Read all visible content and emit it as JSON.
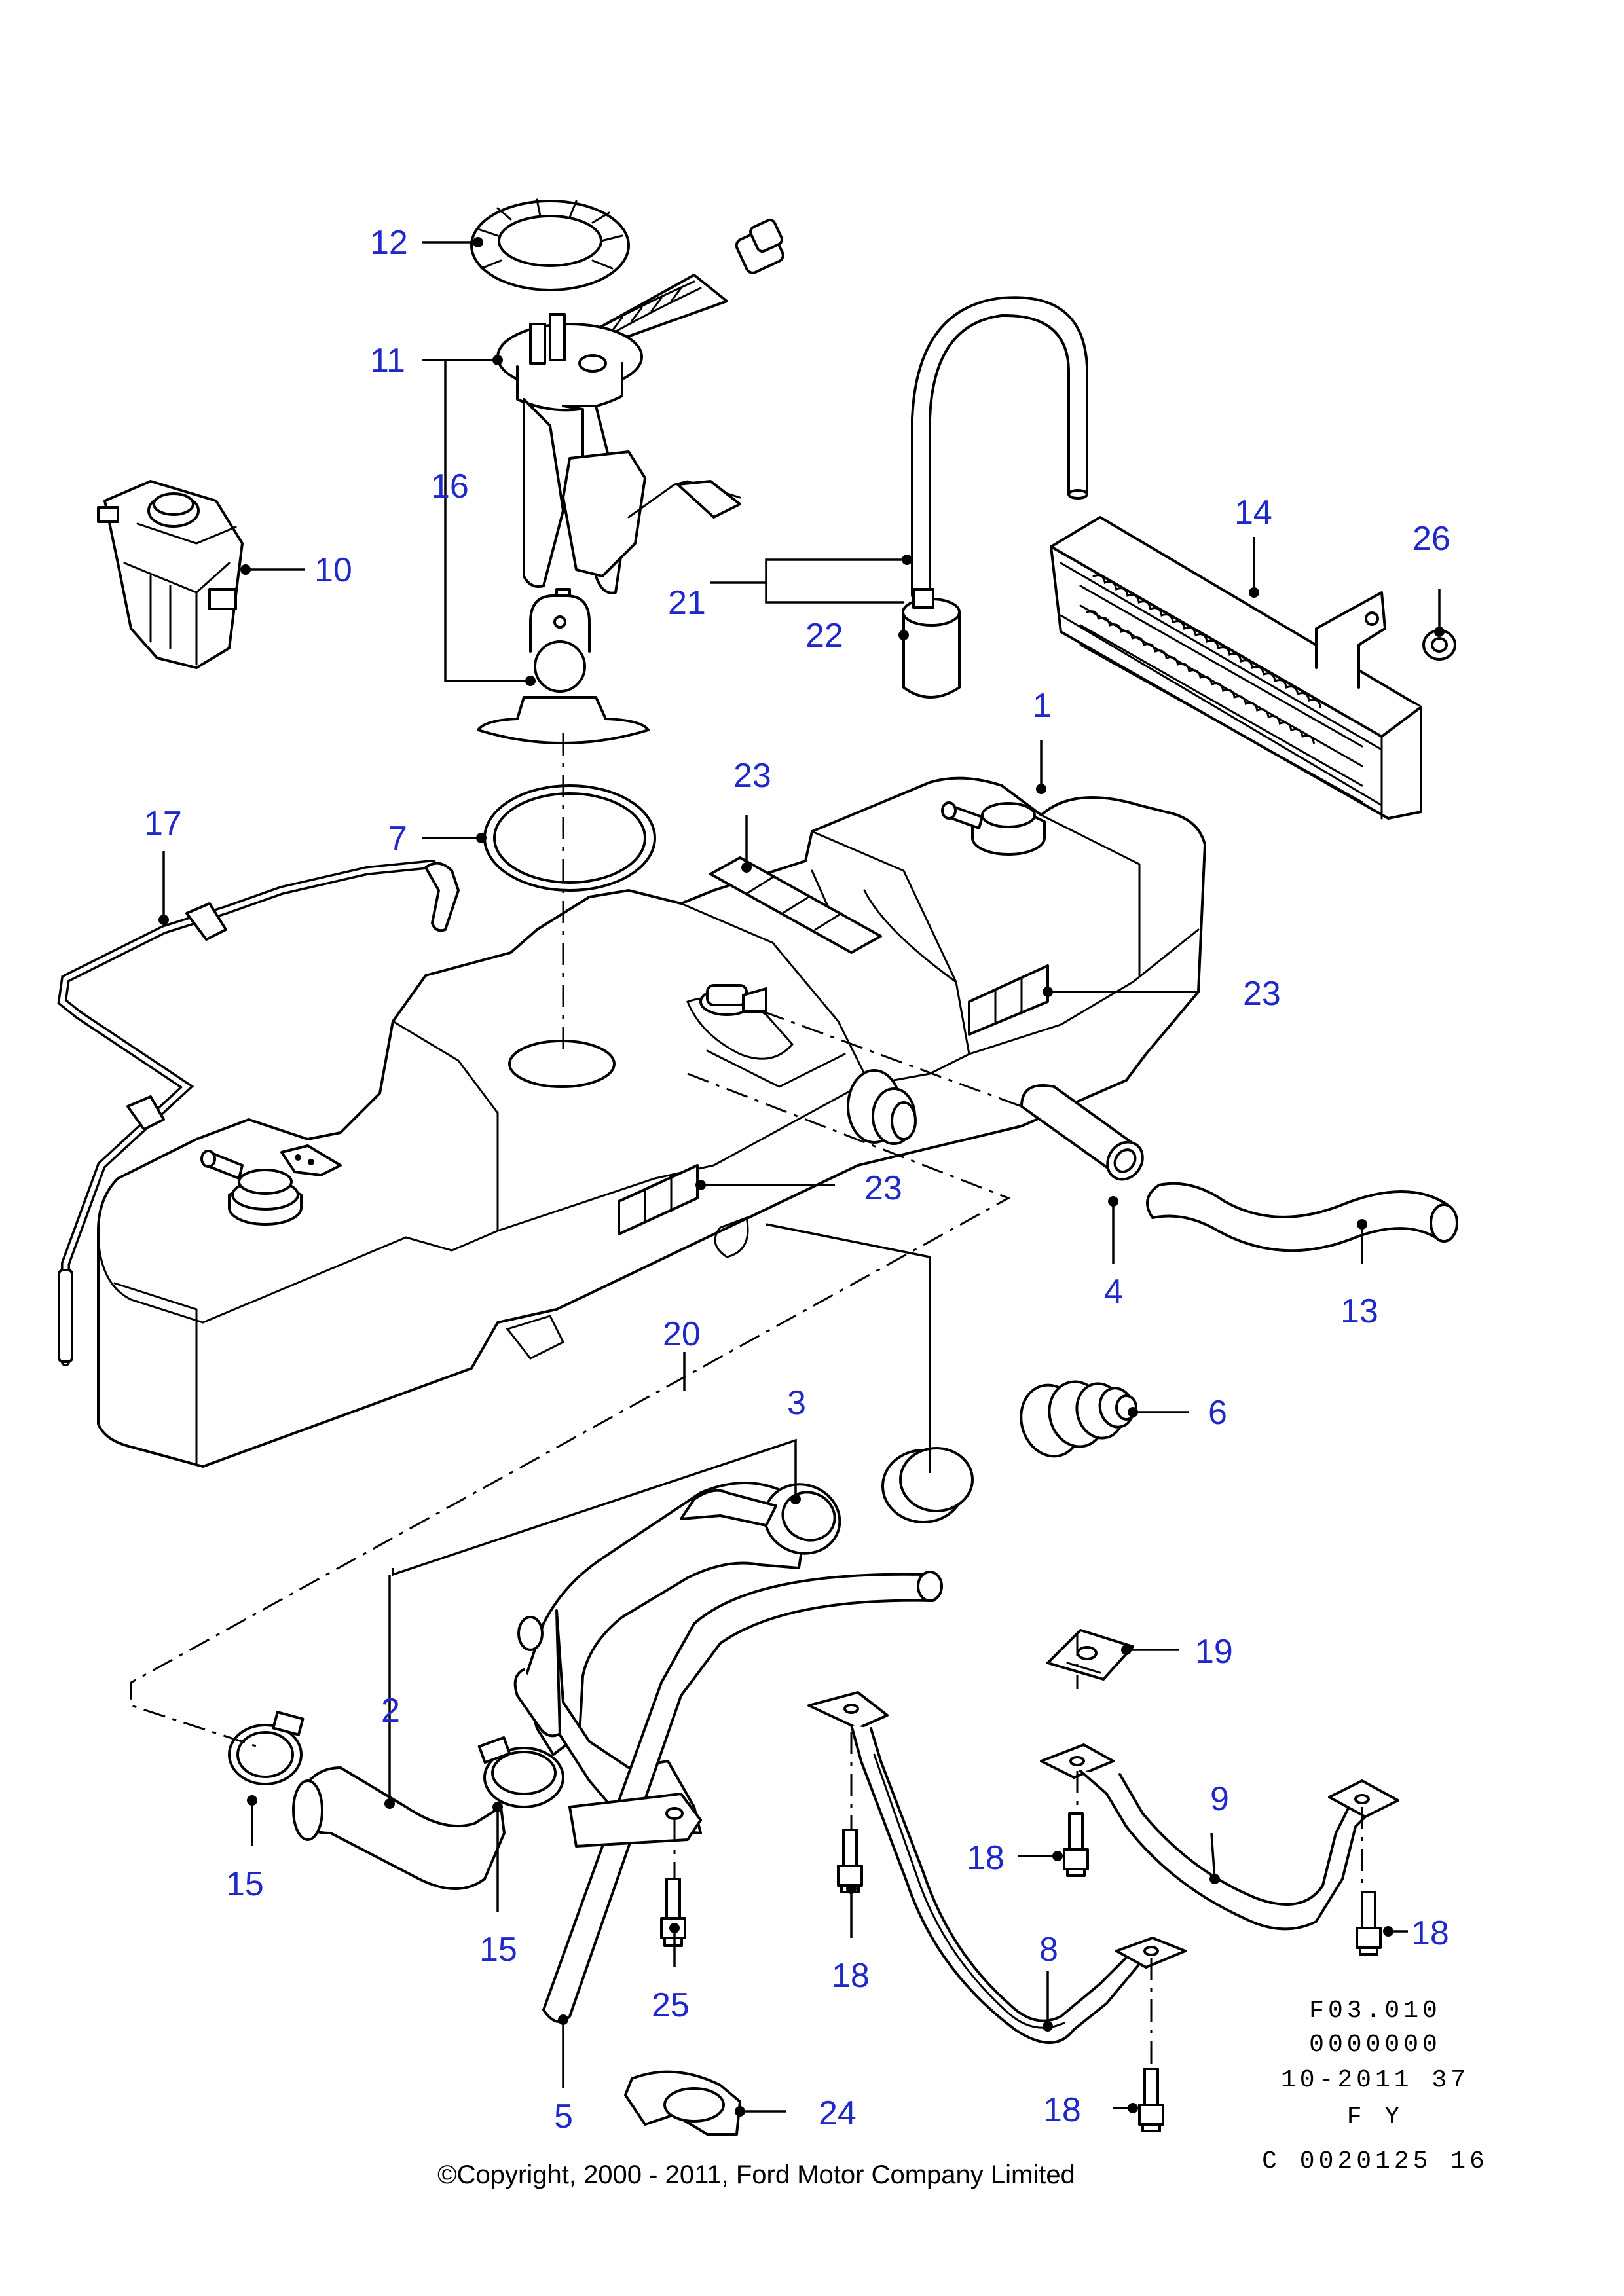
{
  "diagram": {
    "callouts": [
      "1",
      "2",
      "3",
      "4",
      "5",
      "6",
      "7",
      "8",
      "9",
      "10",
      "11",
      "12",
      "13",
      "14",
      "15",
      "15",
      "16",
      "17",
      "18",
      "18",
      "18",
      "18",
      "19",
      "20",
      "21",
      "22",
      "23",
      "23",
      "23",
      "24",
      "25",
      "26"
    ]
  },
  "footer": {
    "code_lines": [
      "F03.010",
      "0000000",
      "10-2011 37",
      "F Y",
      "C 0020125 16"
    ],
    "copyright": "©Copyright, 2000 - 2011, Ford Motor Company Limited"
  }
}
